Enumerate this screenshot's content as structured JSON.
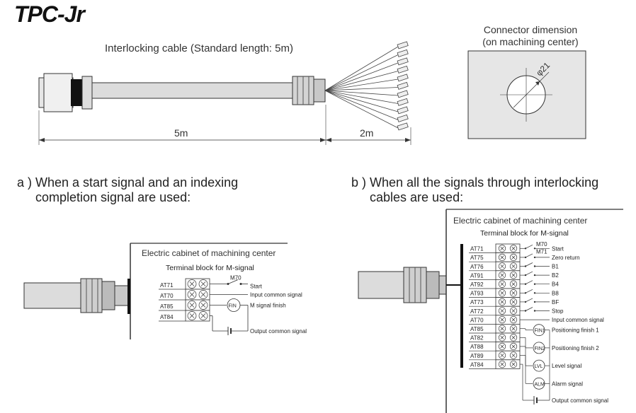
{
  "brand": "TPC-Jr",
  "cable": {
    "caption": "Interlocking cable (Standard length: 5m)",
    "length_main": "5m",
    "length_tail": "2m"
  },
  "connector": {
    "title_line1": "Connector dimension",
    "title_line2": "(on machining center)",
    "diameter": "φ21"
  },
  "section_a": {
    "heading_line1": "a ) When a start signal and an indexing",
    "heading_line2": "completion signal are used:",
    "cabinet_title": "Electric cabinet of machining center",
    "block_title": "Terminal block for M-signal",
    "terminals": [
      "AT71",
      "AT70",
      "AT85",
      "AT84"
    ],
    "switch_label": "M70",
    "lamp_label": "FIN",
    "signals": [
      "Start",
      "Input common signal",
      "M signal finish",
      "Output common signal"
    ]
  },
  "section_b": {
    "heading_line1": "b ) When all the signals through interlocking",
    "heading_line2": "cables are used:",
    "cabinet_title": "Electric cabinet of machining center",
    "block_title": "Terminal block for M-signal",
    "terminals": [
      "AT71",
      "AT75",
      "AT76",
      "AT91",
      "AT92",
      "AT93",
      "AT73",
      "AT72",
      "AT70",
      "AT85",
      "AT82",
      "AT88",
      "AT89",
      "AT84"
    ],
    "switch_labels": [
      "M70",
      "M71"
    ],
    "lamps": [
      "FIN1",
      "FIN2",
      "LVL",
      "ALM"
    ],
    "signals": [
      "Start",
      "Zero return",
      "B1",
      "B2",
      "B4",
      "B8",
      "BF",
      "Stop",
      "Input common signal",
      "Positioning finish 1",
      "Positioning finish 2",
      "Level signal",
      "Alarm signal",
      "Output common signal"
    ]
  }
}
